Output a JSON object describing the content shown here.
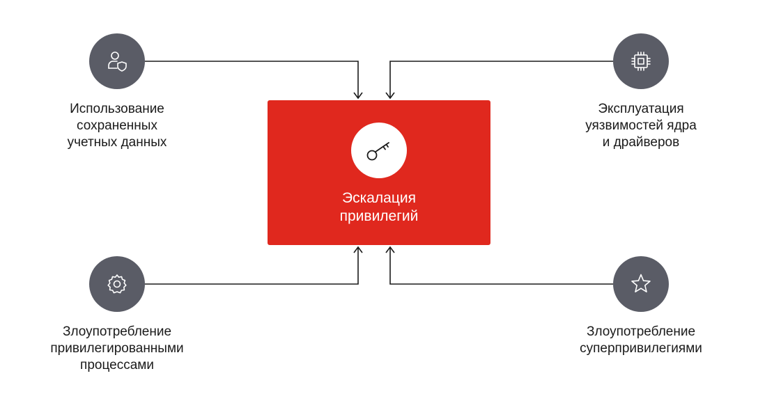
{
  "center": {
    "title_lines": [
      "Эскалация",
      "привилегий"
    ],
    "icon": "key-icon"
  },
  "nodes": [
    {
      "id": "credentials",
      "icon": "user-shield-icon",
      "lines": [
        "Использование",
        "сохраненных",
        "учетных данных"
      ]
    },
    {
      "id": "kernel",
      "icon": "chip-icon",
      "lines": [
        "Эксплуатация",
        "уязвимостей ядра",
        "и драйверов"
      ]
    },
    {
      "id": "processes",
      "icon": "gear-icon",
      "lines": [
        "Злоупотребление",
        "привилегированными",
        "процессами"
      ]
    },
    {
      "id": "superprivileges",
      "icon": "star-icon",
      "lines": [
        "Злоупотребление",
        "суперпривилегиями"
      ]
    }
  ],
  "colors": {
    "accent": "#e0281e",
    "node": "#5a5c66",
    "text": "#1a1a1a",
    "line": "#1a1a1a"
  }
}
